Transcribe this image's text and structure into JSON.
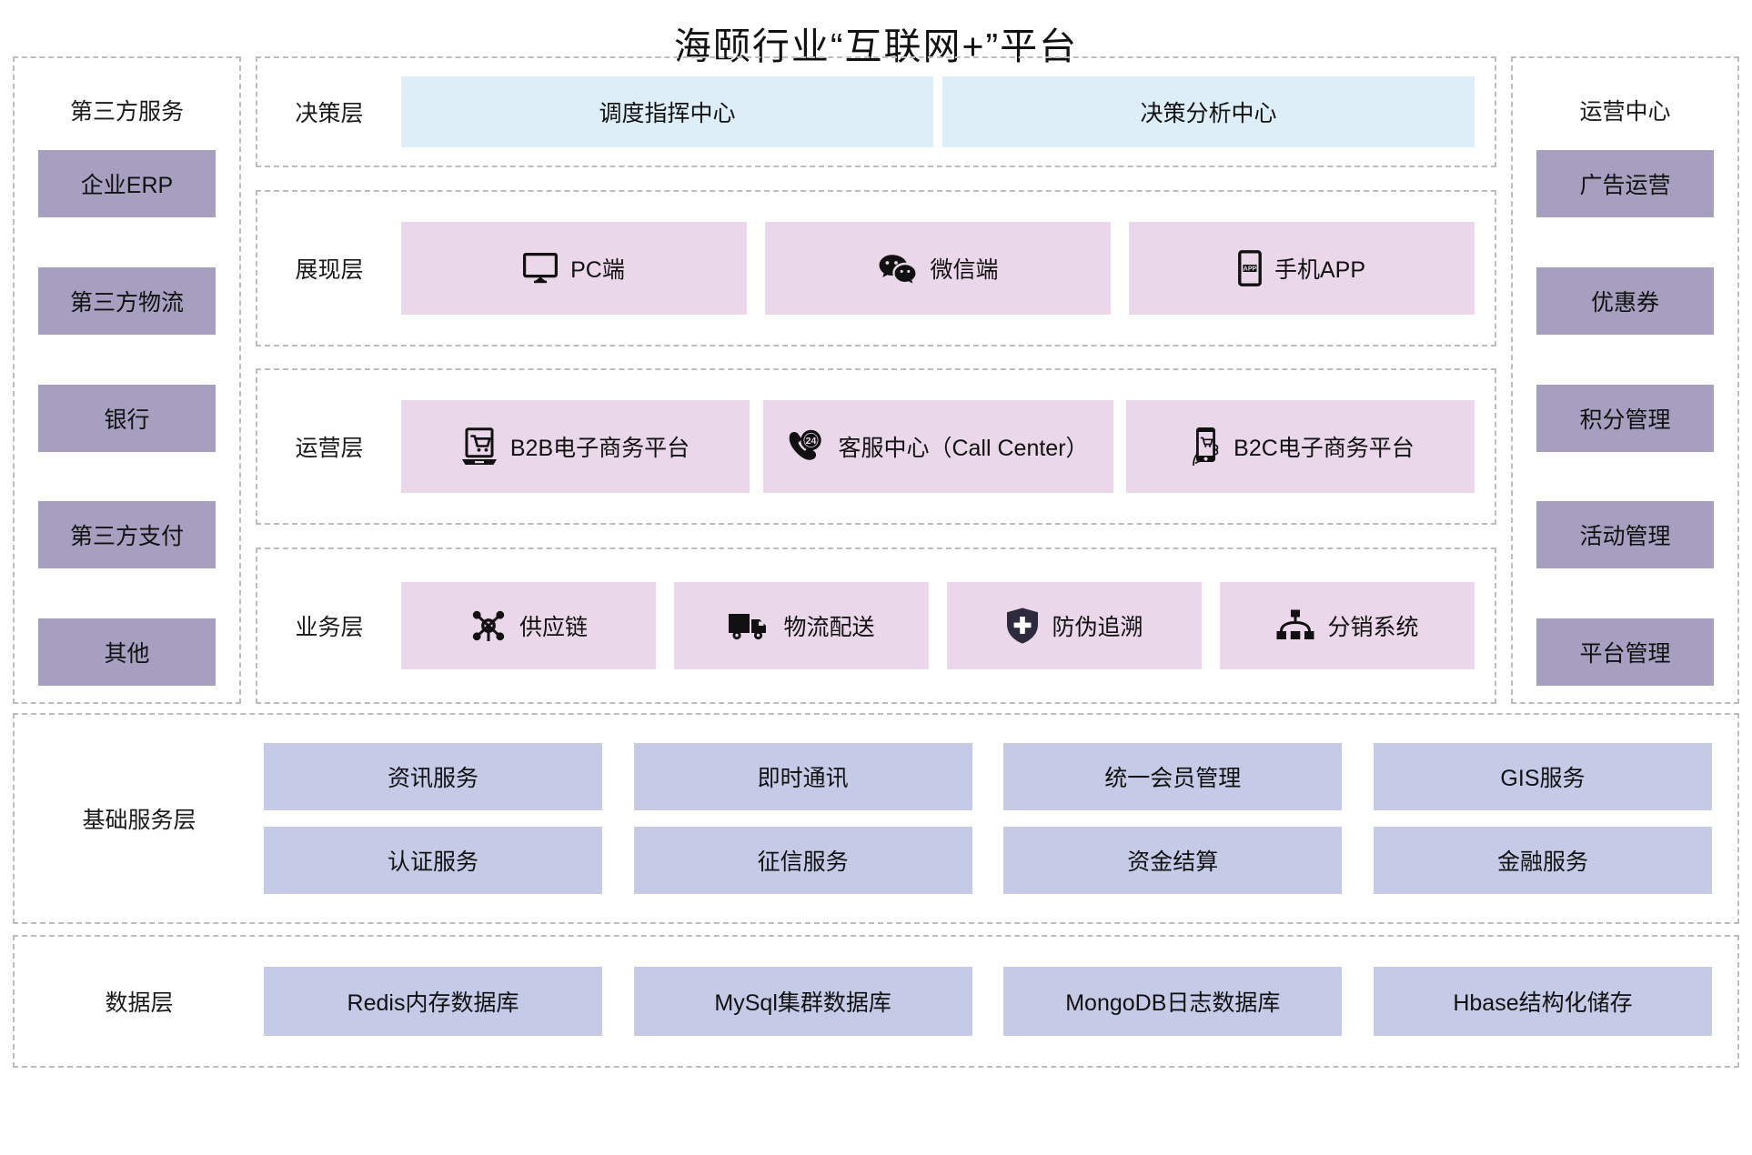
{
  "title": "海颐行业“互联网+”平台",
  "colors": {
    "decision_cell": "#ddeef8",
    "layer_cell": "#ead7e9",
    "side_chip": "#a69fc0",
    "service_chip": "#c5cae6",
    "dashed_border": "#bdbdbd",
    "shield_icon": "#2d2a3e"
  },
  "left_panel": {
    "title": "第三方服务",
    "items": [
      {
        "label": "企业ERP"
      },
      {
        "label": "第三方物流"
      },
      {
        "label": "银行"
      },
      {
        "label": "第三方支付"
      },
      {
        "label": "其他"
      }
    ]
  },
  "right_panel": {
    "title": "运营中心",
    "items": [
      {
        "label": "广告运营"
      },
      {
        "label": "优惠券"
      },
      {
        "label": "积分管理"
      },
      {
        "label": "活动管理"
      },
      {
        "label": "平台管理"
      }
    ]
  },
  "layers": [
    {
      "label": "决策层",
      "items": [
        {
          "label": "调度指挥中心",
          "icon": "none"
        },
        {
          "label": "决策分析中心",
          "icon": "none"
        }
      ]
    },
    {
      "label": "展现层",
      "items": [
        {
          "label": "PC端",
          "icon": "monitor-icon"
        },
        {
          "label": "微信端",
          "icon": "wechat-icon"
        },
        {
          "label": "手机APP",
          "icon": "mobile-app-icon"
        }
      ]
    },
    {
      "label": "运营层",
      "items": [
        {
          "label": "B2B电子商务平台",
          "icon": "laptop-cart-icon"
        },
        {
          "label": "客服中心（Call Center）",
          "icon": "phone-24-icon"
        },
        {
          "label": "B2C电子商务平台",
          "icon": "mobile-cart-icon"
        }
      ]
    },
    {
      "label": "业务层",
      "items": [
        {
          "label": "供应链",
          "icon": "supply-network-icon"
        },
        {
          "label": "物流配送",
          "icon": "truck-icon"
        },
        {
          "label": "防伪追溯",
          "icon": "shield-plus-icon"
        },
        {
          "label": "分销系统",
          "icon": "org-tree-icon"
        }
      ]
    }
  ],
  "basic_service_band": {
    "label": "基础服务层",
    "rows": [
      [
        {
          "label": "资讯服务"
        },
        {
          "label": "即时通讯"
        },
        {
          "label": "统一会员管理"
        },
        {
          "label": "GIS服务"
        }
      ],
      [
        {
          "label": "认证服务"
        },
        {
          "label": "征信服务"
        },
        {
          "label": "资金结算"
        },
        {
          "label": "金融服务"
        }
      ]
    ]
  },
  "data_band": {
    "label": "数据层",
    "rows": [
      [
        {
          "label": "Redis内存数据库"
        },
        {
          "label": "MySql集群数据库"
        },
        {
          "label": "MongoDB日志数据库"
        },
        {
          "label": "Hbase结构化储存"
        }
      ]
    ]
  }
}
